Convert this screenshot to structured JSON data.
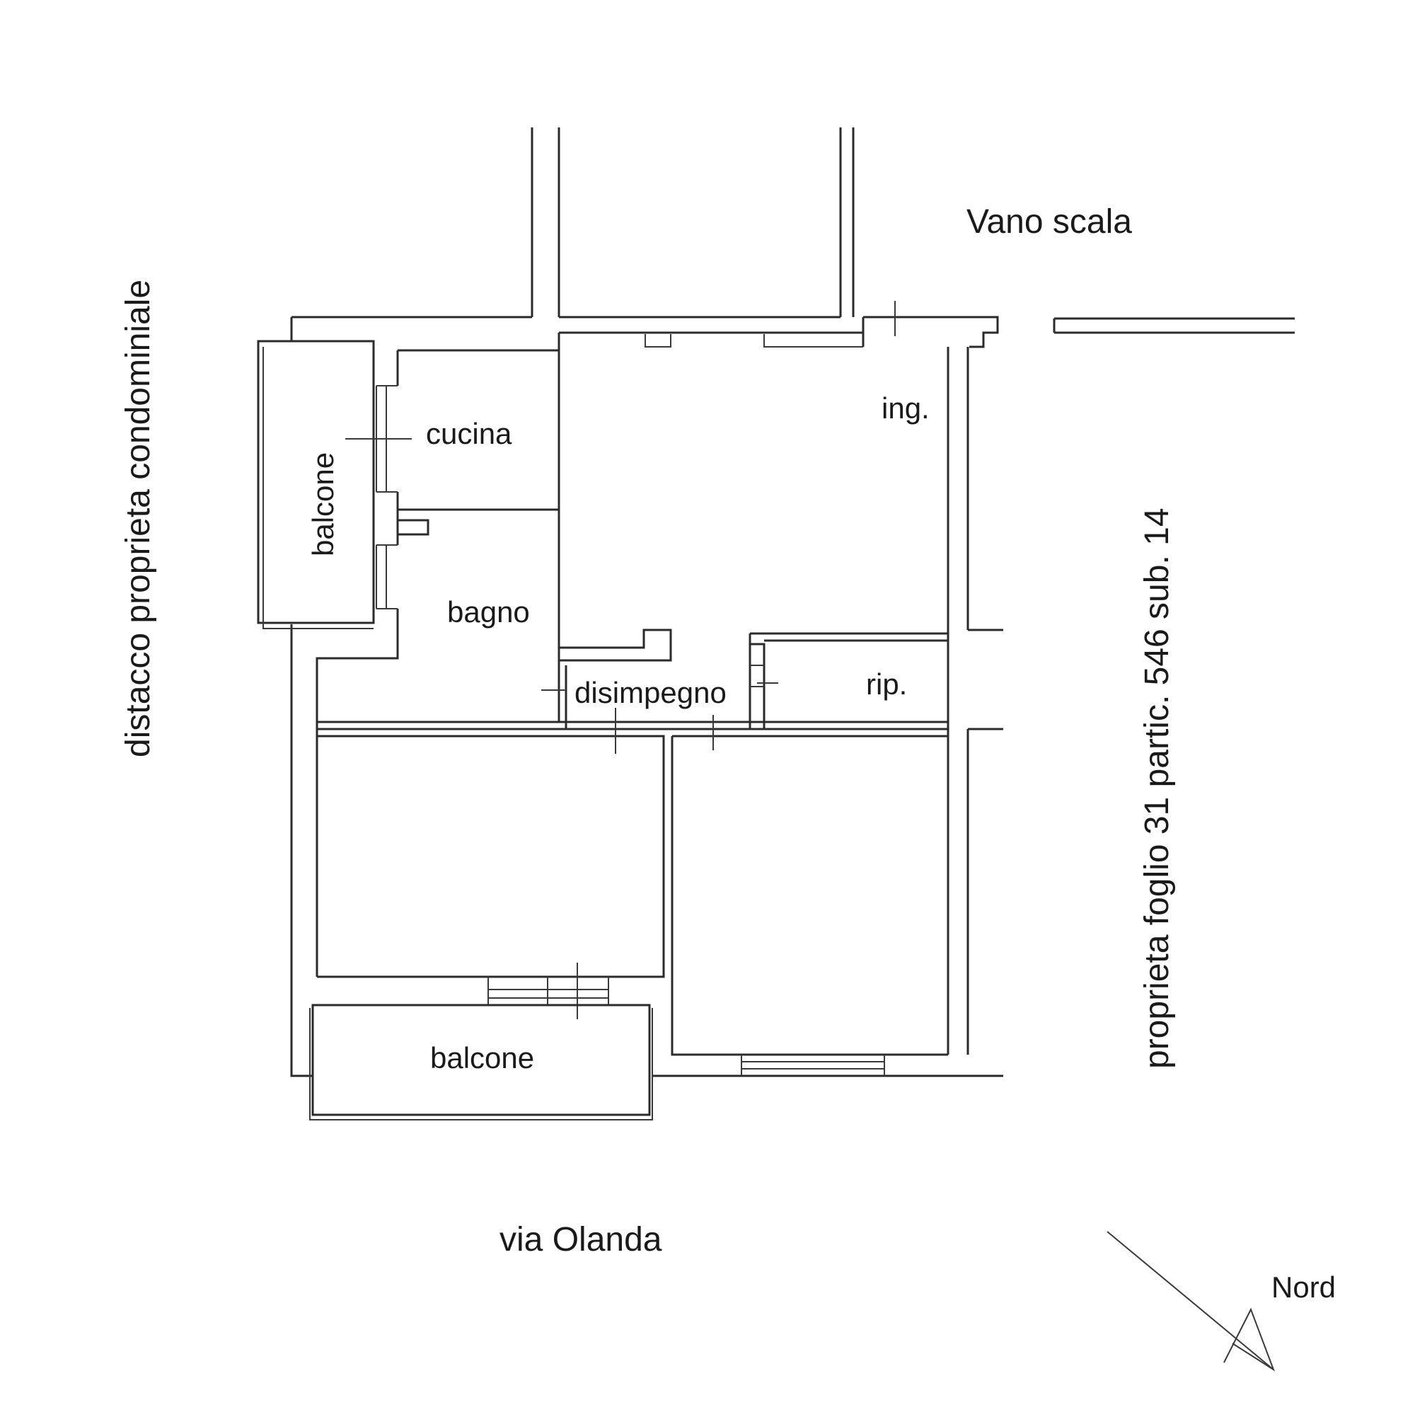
{
  "labels": {
    "vano_scala": "Vano scala",
    "distacco": "distacco proprieta condominiale",
    "proprieta": "proprieta foglio 31 partic. 546 sub. 14",
    "via": "via Olanda",
    "nord": "Nord"
  },
  "rooms": {
    "cucina": "cucina",
    "ingresso": "ing.",
    "balcone_west": "balcone",
    "bagno": "bagno",
    "disimpegno": "disimpegno",
    "ripostiglio": "rip.",
    "balcone_south": "balcone"
  }
}
